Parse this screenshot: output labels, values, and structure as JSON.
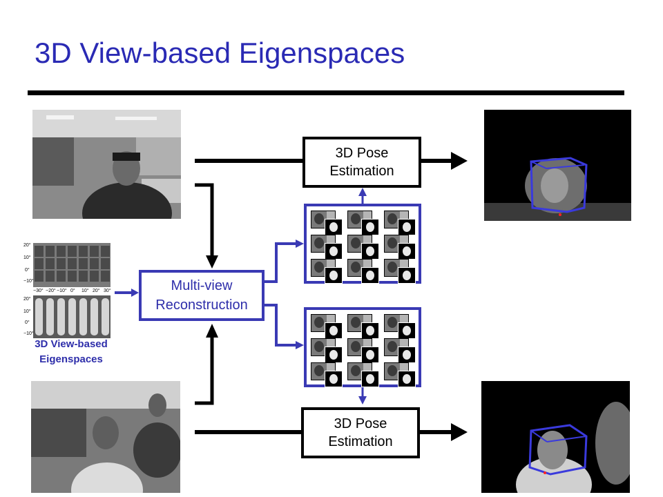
{
  "slide": {
    "title": "3D View-based Eigenspaces"
  },
  "pose_top": {
    "line1": "3D Pose",
    "line2": "Estimation"
  },
  "pose_bottom": {
    "line1": "3D Pose",
    "line2": "Estimation"
  },
  "reconstruction": {
    "line1": "Multi-view",
    "line2": "Reconstruction"
  },
  "eigenspaces": {
    "label_line1": "3D View-based",
    "label_line2": "Eigenspaces",
    "y_ticks_top": [
      "20°",
      "10°",
      "0°",
      "−10°"
    ],
    "x_ticks": [
      "−30°",
      "−20°",
      "−10°",
      "0°",
      "10°",
      "20°",
      "30°"
    ],
    "y_ticks_bottom": [
      "20°",
      "10°",
      "0°",
      "−10°"
    ]
  },
  "colors": {
    "title": "#2a2ab4",
    "accent_blue": "#3a3ab4",
    "black": "#000000"
  }
}
